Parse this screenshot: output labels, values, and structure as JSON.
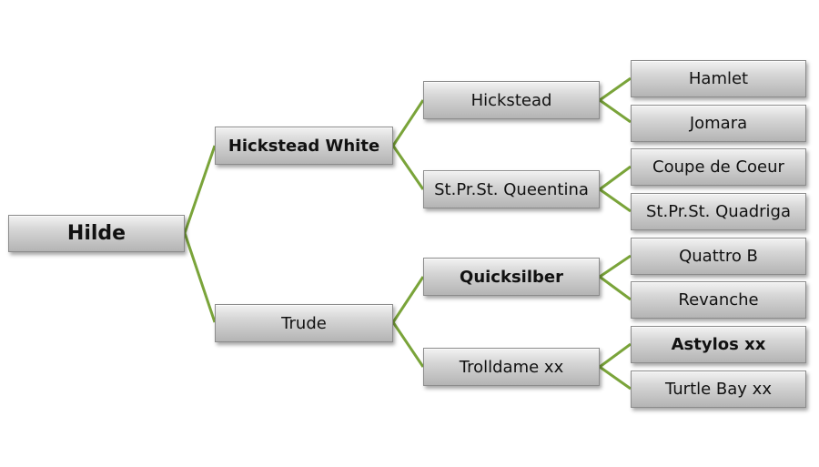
{
  "line_color": "#7aa43a",
  "root": {
    "label": "Hilde"
  },
  "gen1": [
    {
      "label": "Hickstead White"
    },
    {
      "label": "Trude"
    }
  ],
  "gen2": [
    {
      "label": "Hickstead"
    },
    {
      "label": "St.Pr.St. Queentina"
    },
    {
      "label": "Quicksilber"
    },
    {
      "label": "Trolldame xx"
    }
  ],
  "gen3": [
    {
      "label": "Hamlet"
    },
    {
      "label": "Jomara"
    },
    {
      "label": "Coupe de Coeur"
    },
    {
      "label": "St.Pr.St. Quadriga"
    },
    {
      "label": "Quattro B"
    },
    {
      "label": "Revanche"
    },
    {
      "label": "Astylos xx"
    },
    {
      "label": "Turtle Bay xx"
    }
  ]
}
